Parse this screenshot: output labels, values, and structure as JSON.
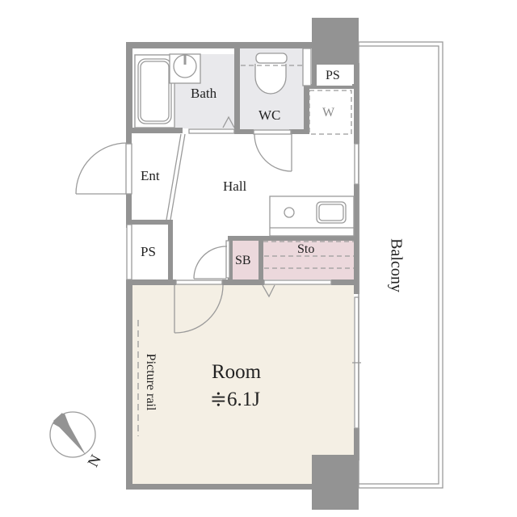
{
  "floorplan": {
    "rooms": {
      "bath": {
        "label": "Bath",
        "color": "#e9e9ec"
      },
      "wc": {
        "label": "WC",
        "color": "#e9e9ec"
      },
      "ps_top": {
        "label": "PS"
      },
      "w": {
        "label": "W"
      },
      "ent": {
        "label": "Ent"
      },
      "hall": {
        "label": "Hall"
      },
      "ps_left": {
        "label": "PS"
      },
      "sb": {
        "label": "SB",
        "color": "#ecd8dc"
      },
      "sto": {
        "label": "Sto",
        "color": "#ecd8dc"
      },
      "room": {
        "label": "Room",
        "area": "≑6.1J",
        "color": "#f4efe4"
      },
      "picture_rail": {
        "label": "Picture rail"
      },
      "balcony": {
        "label": "Balcony"
      }
    },
    "compass": {
      "label": "N"
    },
    "colors": {
      "wall": "#939393",
      "line": "#9a9a9a"
    }
  }
}
